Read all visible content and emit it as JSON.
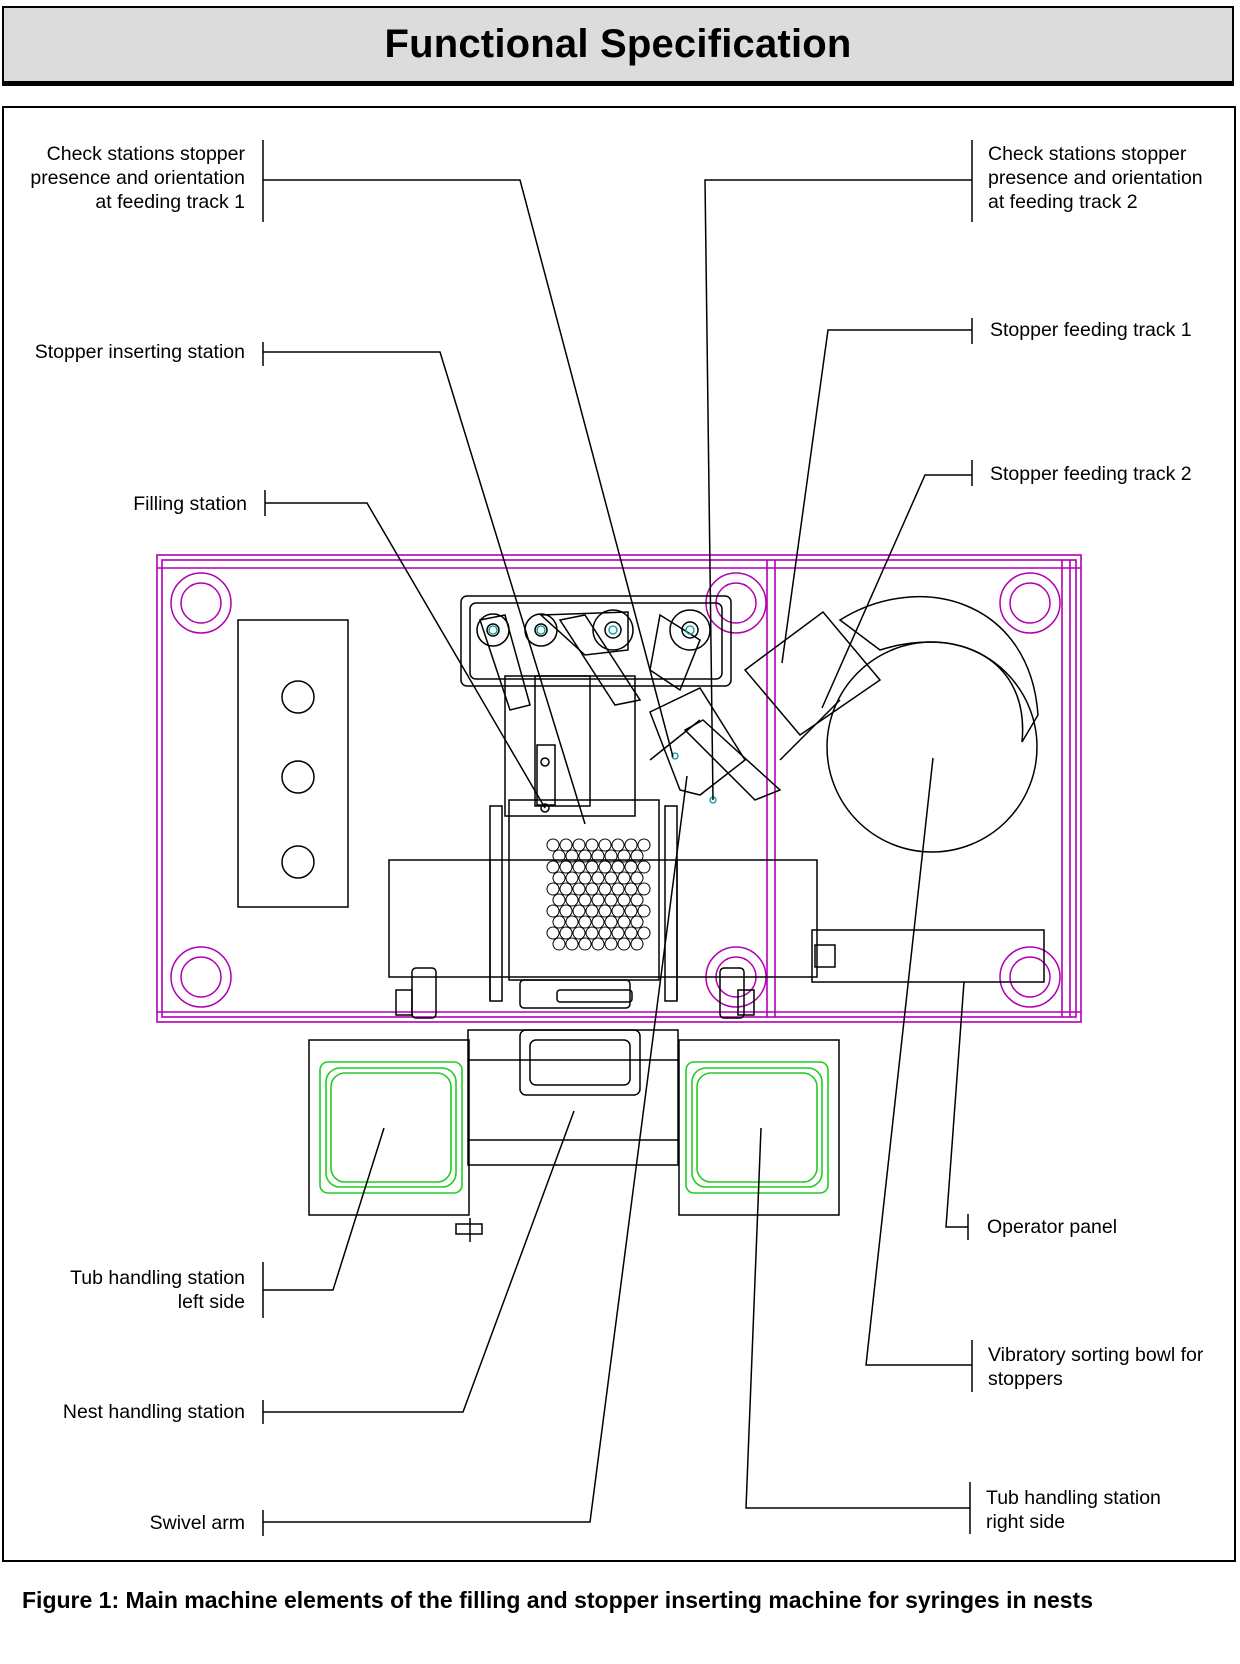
{
  "title": "Functional Specification",
  "labels": {
    "check_track1": [
      "Check stations stopper",
      "presence and orientation",
      "at feeding track 1"
    ],
    "check_track2": [
      "Check stations stopper",
      "presence and orientation",
      "at feeding track 2"
    ],
    "stopper_inserting": "Stopper inserting station",
    "feeding_track1": "Stopper feeding track 1",
    "feeding_track2": "Stopper feeding track 2",
    "filling": "Filling station",
    "operator_panel": "Operator panel",
    "tub_left": [
      "Tub handling station",
      "left side"
    ],
    "vibratory_bowl": [
      "Vibratory sorting bowl for",
      "stoppers"
    ],
    "nest_handling": "Nest handling station",
    "tub_right": [
      "Tub handling station",
      "right side"
    ],
    "swivel_arm": "Swivel arm"
  },
  "caption": "Figure 1: Main machine elements of the filling and stopper inserting machine for syringes in nests",
  "colors": {
    "frame": "#b000b0",
    "tub_green": "#22cc22",
    "teal_marker": "#009aa0"
  }
}
